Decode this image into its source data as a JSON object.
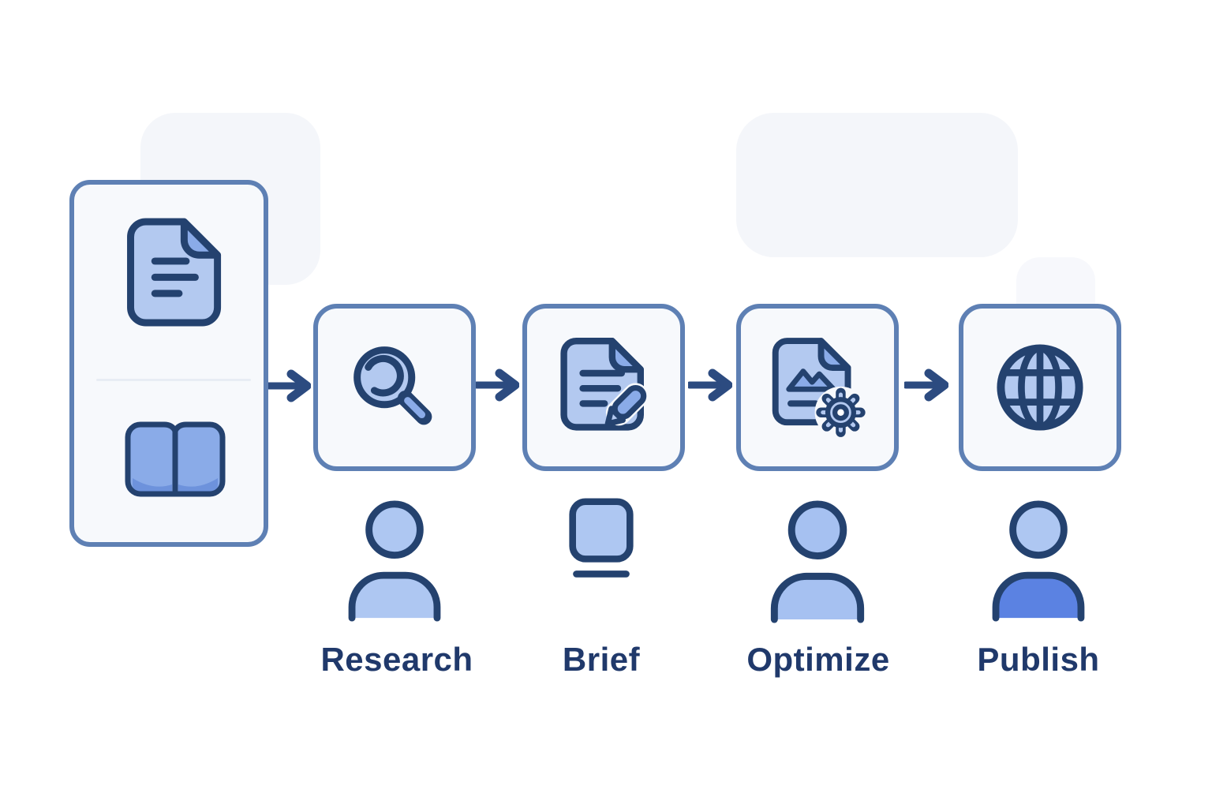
{
  "diagram": {
    "kind": "content-workflow-flowchart",
    "source_panel": {
      "icons": [
        "document-icon",
        "book-icon"
      ]
    },
    "steps": [
      {
        "id": "research",
        "label": "Research",
        "icon": "magnifier-icon",
        "actor_icon": "person-icon"
      },
      {
        "id": "brief",
        "label": "Brief",
        "icon": "document-pencil-icon",
        "actor_icon": "card-icon"
      },
      {
        "id": "optimize",
        "label": "Optimize",
        "icon": "document-gear-icon",
        "actor_icon": "person-icon"
      },
      {
        "id": "publish",
        "label": "Publish",
        "icon": "globe-icon",
        "actor_icon": "person-icon"
      }
    ],
    "arrows": {
      "count": 4,
      "direction": "right"
    },
    "colors": {
      "box_border": "#5e80b4",
      "box_background": "#f7f9fc",
      "icon_outline": "#24426f",
      "icon_fill_light": "#b3c9f0",
      "icon_fill_medium": "#8aabe8",
      "icon_fill_strong": "#5b82e2",
      "arrow": "#2c4b80",
      "label_text": "#20396b",
      "background_shapes": "#f4f6fa",
      "canvas": "#ffffff"
    }
  }
}
